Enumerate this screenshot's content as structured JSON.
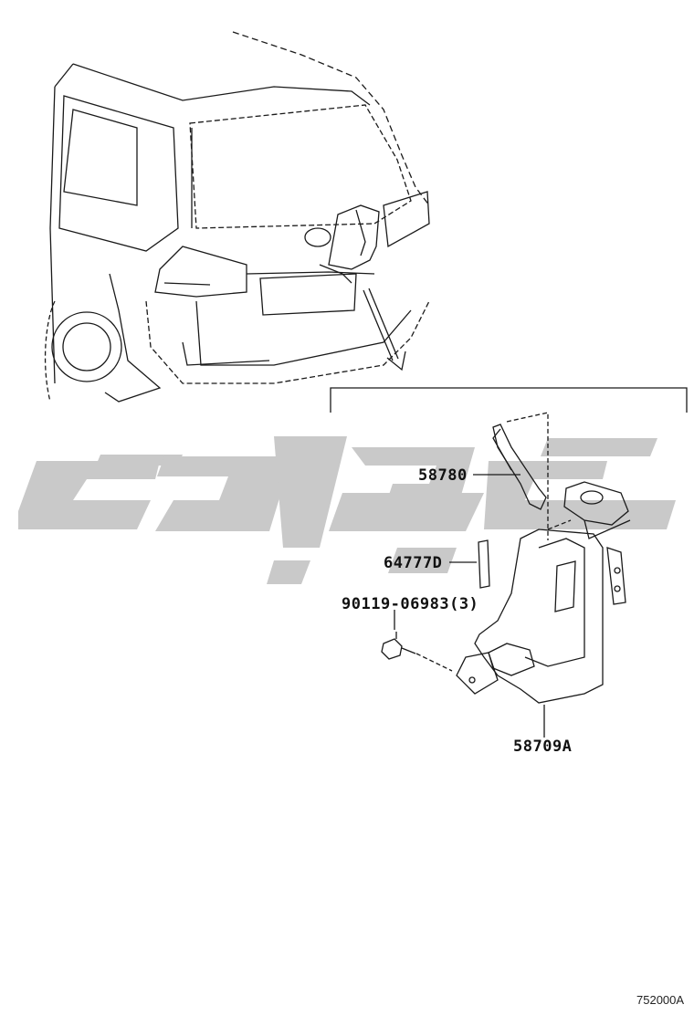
{
  "diagram": {
    "part_labels": {
      "p58780": "58780",
      "p64777D": "64777D",
      "p90119": "90119-06983(3)",
      "p58709A": "58709A"
    },
    "figure_id": "752000A"
  },
  "colors": {
    "line": "#1a1a1a",
    "watermark": "#c8c8c8",
    "background": "#ffffff"
  },
  "watermark": {
    "description_icon": "brand-logo-watermark"
  }
}
